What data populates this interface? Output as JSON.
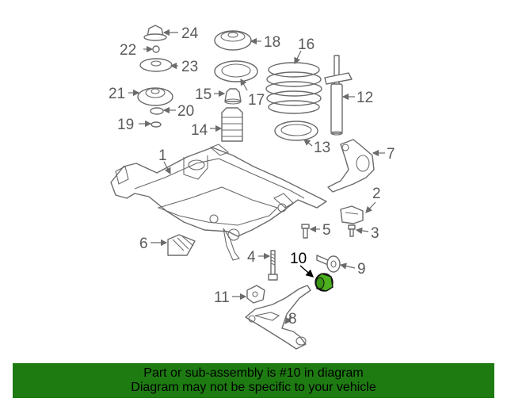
{
  "labels": [
    "1",
    "2",
    "3",
    "4",
    "5",
    "6",
    "7",
    "8",
    "9",
    "10",
    "11",
    "12",
    "13",
    "14",
    "15",
    "16",
    "17",
    "18",
    "19",
    "20",
    "21",
    "22",
    "23",
    "24"
  ],
  "highlight_label": "10",
  "highlight_color": "#4caf1e",
  "banner": {
    "line1": "Part or sub-assembly is #10 in diagram",
    "line2": "Diagram may not be specific to your vehicle",
    "color": "#1e7b12"
  }
}
